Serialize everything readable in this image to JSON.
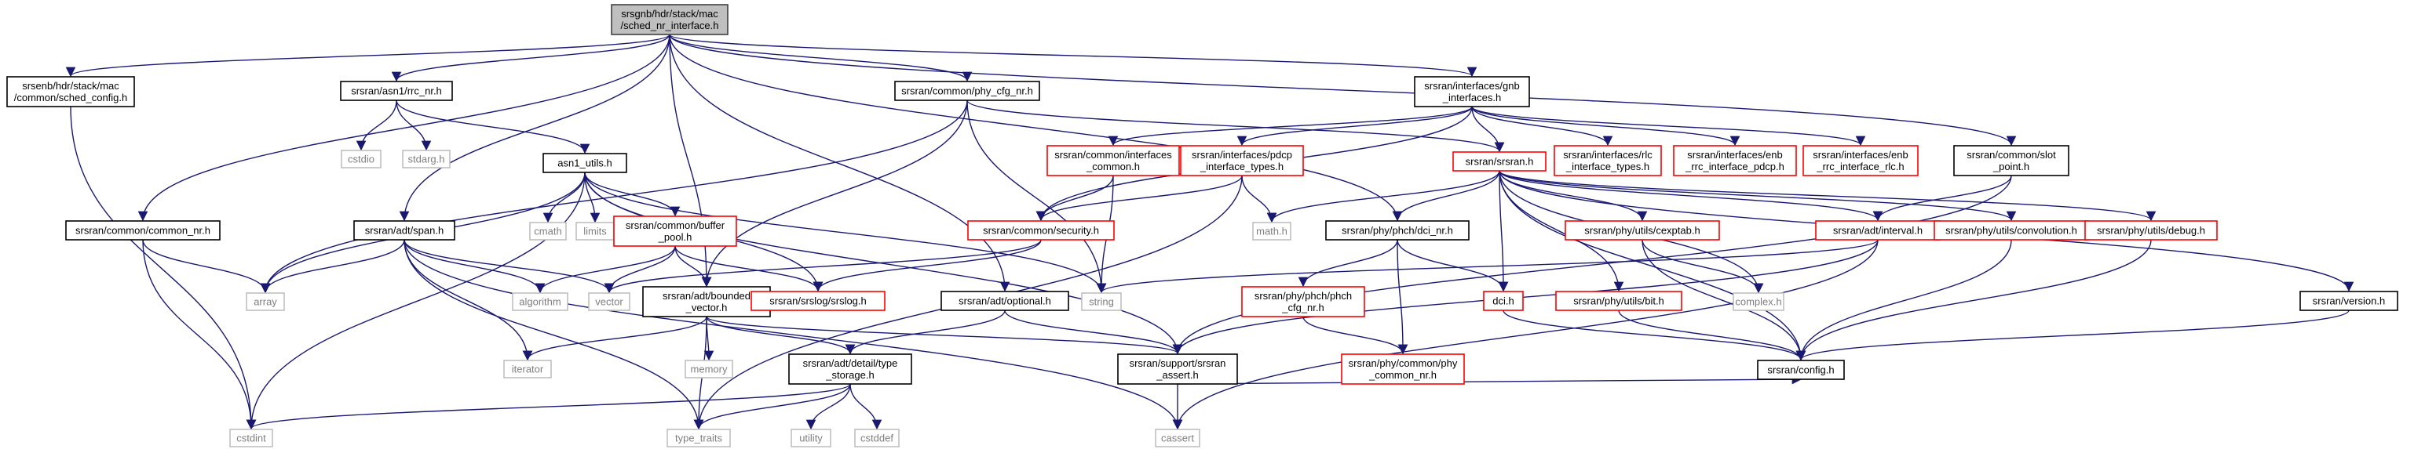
{
  "colors": {
    "edge": "#191970",
    "root_fill": "#bfbfbf",
    "root_border": "#404040",
    "normal_border": "#000000",
    "missing_border": "#ff0000",
    "external_border": "#bfbfbf",
    "external_text": "#7f7f7f",
    "text": "#000000"
  },
  "nodes": [
    {
      "id": "root",
      "kind": "root",
      "lines": [
        "srsgnb/hdr/stack/mac",
        "/sched_nr_interface.h"
      ]
    },
    {
      "id": "sched_config",
      "kind": "normal",
      "lines": [
        "srsenb/hdr/stack/mac",
        "/common/sched_config.h"
      ]
    },
    {
      "id": "rrc_nr",
      "kind": "normal",
      "lines": [
        "srsran/asn1/rrc_nr.h"
      ]
    },
    {
      "id": "phy_cfg_nr",
      "kind": "normal",
      "lines": [
        "srsran/common/phy_cfg_nr.h"
      ]
    },
    {
      "id": "gnb_interfaces",
      "kind": "normal",
      "lines": [
        "srsran/interfaces/gnb",
        "_interfaces.h"
      ]
    },
    {
      "id": "cstdio",
      "kind": "external",
      "lines": [
        "cstdio"
      ]
    },
    {
      "id": "stdarg",
      "kind": "external",
      "lines": [
        "stdarg.h"
      ]
    },
    {
      "id": "asn1_utils",
      "kind": "normal",
      "lines": [
        "asn1_utils.h"
      ]
    },
    {
      "id": "common_interfaces",
      "kind": "missing",
      "lines": [
        "srsran/common/interfaces",
        "_common.h"
      ]
    },
    {
      "id": "pdcp_interface_types",
      "kind": "missing",
      "lines": [
        "srsran/interfaces/pdcp",
        "_interface_types.h"
      ]
    },
    {
      "id": "srsran_h",
      "kind": "missing",
      "lines": [
        "srsran/srsran.h"
      ]
    },
    {
      "id": "rlc_interface_types",
      "kind": "missing",
      "lines": [
        "srsran/interfaces/rlc",
        "_interface_types.h"
      ]
    },
    {
      "id": "enb_rrc_interface_pdcp",
      "kind": "missing",
      "lines": [
        "srsran/interfaces/enb",
        "_rrc_interface_pdcp.h"
      ]
    },
    {
      "id": "enb_rrc_interface_rlc",
      "kind": "missing",
      "lines": [
        "srsran/interfaces/enb",
        "_rrc_interface_rlc.h"
      ]
    },
    {
      "id": "slot_point",
      "kind": "normal",
      "lines": [
        "srsran/common/slot",
        "_point.h"
      ]
    },
    {
      "id": "common_nr",
      "kind": "normal",
      "lines": [
        "srsran/common/common_nr.h"
      ]
    },
    {
      "id": "span",
      "kind": "normal",
      "lines": [
        "srsran/adt/span.h"
      ]
    },
    {
      "id": "cmath",
      "kind": "external",
      "lines": [
        "cmath"
      ]
    },
    {
      "id": "limits",
      "kind": "external",
      "lines": [
        "limits"
      ]
    },
    {
      "id": "buffer_pool",
      "kind": "missing",
      "lines": [
        "srsran/common/buffer",
        "_pool.h"
      ]
    },
    {
      "id": "security",
      "kind": "missing",
      "lines": [
        "srsran/common/security.h"
      ]
    },
    {
      "id": "math_h",
      "kind": "external",
      "lines": [
        "math.h"
      ]
    },
    {
      "id": "dci_nr",
      "kind": "normal",
      "lines": [
        "srsran/phy/phch/dci_nr.h"
      ]
    },
    {
      "id": "cexptab",
      "kind": "missing",
      "lines": [
        "srsran/phy/utils/cexptab.h"
      ]
    },
    {
      "id": "interval",
      "kind": "missing",
      "lines": [
        "srsran/adt/interval.h"
      ]
    },
    {
      "id": "convolution",
      "kind": "missing",
      "lines": [
        "srsran/phy/utils/convolution.h"
      ]
    },
    {
      "id": "debug_h",
      "kind": "missing",
      "lines": [
        "srsran/phy/utils/debug.h"
      ]
    },
    {
      "id": "array",
      "kind": "external",
      "lines": [
        "array"
      ]
    },
    {
      "id": "algorithm",
      "kind": "external",
      "lines": [
        "algorithm"
      ]
    },
    {
      "id": "vector",
      "kind": "external",
      "lines": [
        "vector"
      ]
    },
    {
      "id": "bounded_vector",
      "kind": "normal",
      "lines": [
        "srsran/adt/bounded",
        "_vector.h"
      ]
    },
    {
      "id": "srslog",
      "kind": "missing",
      "lines": [
        "srsran/srslog/srslog.h"
      ]
    },
    {
      "id": "optional",
      "kind": "normal",
      "lines": [
        "srsran/adt/optional.h"
      ]
    },
    {
      "id": "string",
      "kind": "external",
      "lines": [
        "string"
      ]
    },
    {
      "id": "phch_cfg_nr",
      "kind": "missing",
      "lines": [
        "srsran/phy/phch/phch",
        "_cfg_nr.h"
      ]
    },
    {
      "id": "dci_h",
      "kind": "missing",
      "lines": [
        "dci.h"
      ]
    },
    {
      "id": "bit_h",
      "kind": "missing",
      "lines": [
        "srsran/phy/utils/bit.h"
      ]
    },
    {
      "id": "complex_h",
      "kind": "external",
      "lines": [
        "complex.h"
      ]
    },
    {
      "id": "version",
      "kind": "normal",
      "lines": [
        "srsran/version.h"
      ]
    },
    {
      "id": "iterator",
      "kind": "external",
      "lines": [
        "iterator"
      ]
    },
    {
      "id": "memory",
      "kind": "external",
      "lines": [
        "memory"
      ]
    },
    {
      "id": "type_storage",
      "kind": "normal",
      "lines": [
        "srsran/adt/detail/type",
        "_storage.h"
      ]
    },
    {
      "id": "srsran_assert",
      "kind": "normal",
      "lines": [
        "srsran/support/srsran",
        "_assert.h"
      ]
    },
    {
      "id": "phy_common_nr",
      "kind": "missing",
      "lines": [
        "srsran/phy/common/phy",
        "_common_nr.h"
      ]
    },
    {
      "id": "config_h",
      "kind": "normal",
      "lines": [
        "srsran/config.h"
      ]
    },
    {
      "id": "cstdint",
      "kind": "external",
      "lines": [
        "cstdint"
      ]
    },
    {
      "id": "type_traits",
      "kind": "external",
      "lines": [
        "type_traits"
      ]
    },
    {
      "id": "utility",
      "kind": "external",
      "lines": [
        "utility"
      ]
    },
    {
      "id": "cstddef",
      "kind": "external",
      "lines": [
        "cstddef"
      ]
    },
    {
      "id": "cassert",
      "kind": "external",
      "lines": [
        "cassert"
      ]
    }
  ],
  "edges": [
    [
      "root",
      "sched_config"
    ],
    [
      "root",
      "rrc_nr"
    ],
    [
      "root",
      "phy_cfg_nr"
    ],
    [
      "root",
      "gnb_interfaces"
    ],
    [
      "root",
      "slot_point"
    ],
    [
      "root",
      "common_nr"
    ],
    [
      "root",
      "span"
    ],
    [
      "root",
      "bounded_vector"
    ],
    [
      "root",
      "optional"
    ],
    [
      "root",
      "dci_nr"
    ],
    [
      "sched_config",
      "cstdint"
    ],
    [
      "rrc_nr",
      "cstdio"
    ],
    [
      "rrc_nr",
      "stdarg"
    ],
    [
      "rrc_nr",
      "asn1_utils"
    ],
    [
      "phy_cfg_nr",
      "srsran_h"
    ],
    [
      "phy_cfg_nr",
      "bounded_vector"
    ],
    [
      "phy_cfg_nr",
      "string"
    ],
    [
      "phy_cfg_nr",
      "array"
    ],
    [
      "gnb_interfaces",
      "common_interfaces"
    ],
    [
      "gnb_interfaces",
      "pdcp_interface_types"
    ],
    [
      "gnb_interfaces",
      "srsran_h"
    ],
    [
      "gnb_interfaces",
      "rlc_interface_types"
    ],
    [
      "gnb_interfaces",
      "enb_rrc_interface_pdcp"
    ],
    [
      "gnb_interfaces",
      "enb_rrc_interface_rlc"
    ],
    [
      "gnb_interfaces",
      "security"
    ],
    [
      "asn1_utils",
      "array"
    ],
    [
      "asn1_utils",
      "cmath"
    ],
    [
      "asn1_utils",
      "limits"
    ],
    [
      "asn1_utils",
      "buffer_pool"
    ],
    [
      "asn1_utils",
      "srslog"
    ],
    [
      "asn1_utils",
      "string"
    ],
    [
      "asn1_utils",
      "srsran_assert"
    ],
    [
      "asn1_utils",
      "cstdint"
    ],
    [
      "common_interfaces",
      "security"
    ],
    [
      "common_interfaces",
      "string"
    ],
    [
      "pdcp_interface_types",
      "security"
    ],
    [
      "pdcp_interface_types",
      "math_h"
    ],
    [
      "pdcp_interface_types",
      "type_traits"
    ],
    [
      "srsran_h",
      "math_h"
    ],
    [
      "srsran_h",
      "dci_nr"
    ],
    [
      "srsran_h",
      "cexptab"
    ],
    [
      "srsran_h",
      "interval"
    ],
    [
      "srsran_h",
      "convolution"
    ],
    [
      "srsran_h",
      "debug_h"
    ],
    [
      "srsran_h",
      "version"
    ],
    [
      "srsran_h",
      "dci_h"
    ],
    [
      "srsran_h",
      "bit_h"
    ],
    [
      "srsran_h",
      "complex_h"
    ],
    [
      "srsran_h",
      "config_h"
    ],
    [
      "slot_point",
      "interval"
    ],
    [
      "slot_point",
      "srsran_assert"
    ],
    [
      "common_nr",
      "array"
    ],
    [
      "common_nr",
      "cstdint"
    ],
    [
      "span",
      "array"
    ],
    [
      "span",
      "algorithm"
    ],
    [
      "span",
      "vector"
    ],
    [
      "span",
      "iterator"
    ],
    [
      "span",
      "type_traits"
    ],
    [
      "span",
      "cassert"
    ],
    [
      "buffer_pool",
      "vector"
    ],
    [
      "buffer_pool",
      "algorithm"
    ],
    [
      "buffer_pool",
      "srslog"
    ],
    [
      "buffer_pool",
      "bounded_vector"
    ],
    [
      "security",
      "srslog"
    ],
    [
      "security",
      "vector"
    ],
    [
      "dci_nr",
      "phch_cfg_nr"
    ],
    [
      "dci_nr",
      "dci_h"
    ],
    [
      "dci_nr",
      "phy_common_nr"
    ],
    [
      "cexptab",
      "complex_h"
    ],
    [
      "cexptab",
      "config_h"
    ],
    [
      "interval",
      "string"
    ],
    [
      "interval",
      "srsran_assert"
    ],
    [
      "interval",
      "cassert"
    ],
    [
      "convolution",
      "config_h"
    ],
    [
      "debug_h",
      "config_h"
    ],
    [
      "bounded_vector",
      "iterator"
    ],
    [
      "bounded_vector",
      "memory"
    ],
    [
      "bounded_vector",
      "type_storage"
    ],
    [
      "bounded_vector",
      "srsran_assert"
    ],
    [
      "bounded_vector",
      "type_traits"
    ],
    [
      "optional",
      "type_storage"
    ],
    [
      "optional",
      "srsran_assert"
    ],
    [
      "phch_cfg_nr",
      "phy_common_nr"
    ],
    [
      "dci_h",
      "config_h"
    ],
    [
      "bit_h",
      "config_h"
    ],
    [
      "version",
      "config_h"
    ],
    [
      "type_storage",
      "cstdint"
    ],
    [
      "type_storage",
      "type_traits"
    ],
    [
      "type_storage",
      "utility"
    ],
    [
      "type_storage",
      "cstddef"
    ],
    [
      "srsran_assert",
      "cassert"
    ],
    [
      "srsran_assert",
      "config_h"
    ]
  ]
}
